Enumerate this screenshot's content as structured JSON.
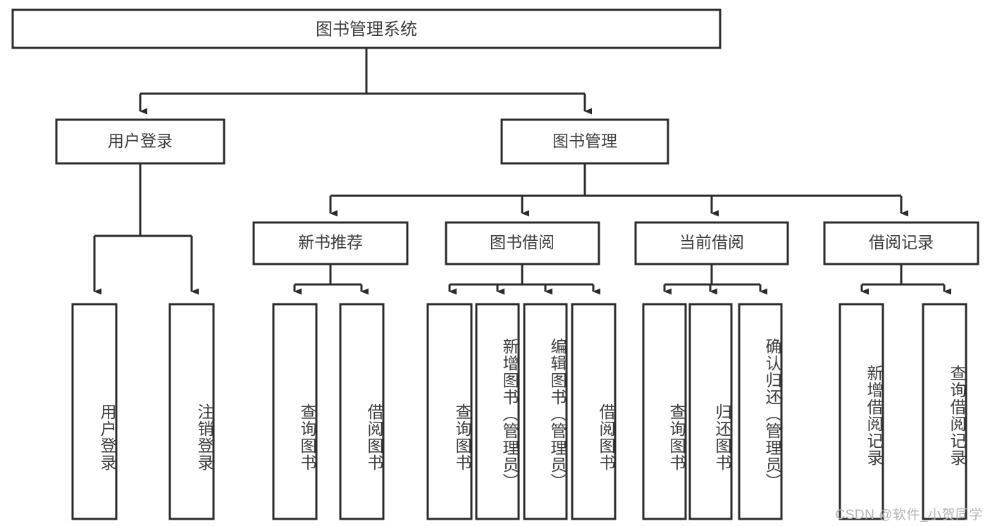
{
  "diagram": {
    "title": "图书管理系统",
    "type": "tree",
    "watermark": "CSDN @软件_小贺同学",
    "levels": {
      "root": "图书管理系统",
      "level2": [
        "用户登录",
        "图书管理"
      ],
      "level3": [
        "新书推荐",
        "图书借阅",
        "当前借阅",
        "借阅记录"
      ]
    },
    "nodes": {
      "root": {
        "label": "图书管理系统"
      },
      "user_login": {
        "label": "用户登录"
      },
      "book_manage": {
        "label": "图书管理"
      },
      "new_book_rec": {
        "label": "新书推荐"
      },
      "book_borrow": {
        "label": "图书借阅"
      },
      "current_borrow": {
        "label": "当前借阅"
      },
      "borrow_record": {
        "label": "借阅记录"
      },
      "leaf_user_login": {
        "label": "用户登录"
      },
      "leaf_user_logout": {
        "label": "注销登录"
      },
      "leaf_query_book_1": {
        "label": "查询图书"
      },
      "leaf_borrow_book_1": {
        "label": "借阅图书"
      },
      "leaf_query_book_2": {
        "label": "查询图书"
      },
      "leaf_add_book_admin": {
        "label": "新增图书（管理员）"
      },
      "leaf_edit_book_admin": {
        "label": "编辑图书（管理员）"
      },
      "leaf_borrow_book_2": {
        "label": "借阅图书"
      },
      "leaf_query_book_3": {
        "label": "查询图书"
      },
      "leaf_return_book": {
        "label": "归还图书"
      },
      "leaf_confirm_return_admin": {
        "label": "确认归还（管理员）"
      },
      "leaf_add_borrow_record": {
        "label": "新增借阅记录"
      },
      "leaf_query_borrow_record": {
        "label": "查询借阅记录"
      }
    },
    "edges": [
      {
        "from": "root",
        "to": "user_login"
      },
      {
        "from": "root",
        "to": "book_manage"
      },
      {
        "from": "user_login",
        "to": "leaf_user_login"
      },
      {
        "from": "user_login",
        "to": "leaf_user_logout"
      },
      {
        "from": "book_manage",
        "to": "new_book_rec"
      },
      {
        "from": "book_manage",
        "to": "book_borrow"
      },
      {
        "from": "book_manage",
        "to": "current_borrow"
      },
      {
        "from": "book_manage",
        "to": "borrow_record"
      },
      {
        "from": "new_book_rec",
        "to": "leaf_query_book_1"
      },
      {
        "from": "new_book_rec",
        "to": "leaf_borrow_book_1"
      },
      {
        "from": "book_borrow",
        "to": "leaf_query_book_2"
      },
      {
        "from": "book_borrow",
        "to": "leaf_add_book_admin"
      },
      {
        "from": "book_borrow",
        "to": "leaf_edit_book_admin"
      },
      {
        "from": "book_borrow",
        "to": "leaf_borrow_book_2"
      },
      {
        "from": "current_borrow",
        "to": "leaf_query_book_3"
      },
      {
        "from": "current_borrow",
        "to": "leaf_return_book"
      },
      {
        "from": "current_borrow",
        "to": "leaf_confirm_return_admin"
      },
      {
        "from": "borrow_record",
        "to": "leaf_add_borrow_record"
      },
      {
        "from": "borrow_record",
        "to": "leaf_query_borrow_record"
      }
    ],
    "colors": {
      "box_fill": "#ffffff",
      "box_stroke": "#2b2b2b",
      "text": "#3d3d3d",
      "background": "#ffffff",
      "watermark": "#b4b4b4"
    }
  }
}
